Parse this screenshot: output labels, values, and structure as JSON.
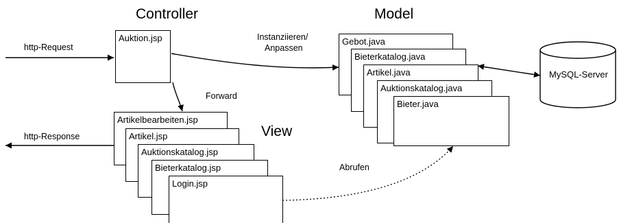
{
  "headings": {
    "controller": "Controller",
    "model": "Model",
    "view": "View"
  },
  "controller": {
    "file": "Auktion.jsp"
  },
  "model_files": [
    "Gebot.java",
    "Bieterkatalog.java",
    "Artikel.java",
    "Auktionskatalog.java",
    "Bieter.java"
  ],
  "view_files": [
    "Artikelbearbeiten.jsp",
    "Artikel.jsp",
    "Auktionskatalog.jsp",
    "Bieterkatalog.jsp",
    "Login.jsp"
  ],
  "labels": {
    "http_request": "http-Request",
    "http_response": "http-Response",
    "instanziieren_line1": "Instanziieren/",
    "instanziieren_line2": "Anpassen",
    "forward": "Forward",
    "abrufen": "Abrufen"
  },
  "database": {
    "name": "MySQL-Server"
  },
  "colors": {
    "stroke": "#000000",
    "background": "#ffffff"
  }
}
